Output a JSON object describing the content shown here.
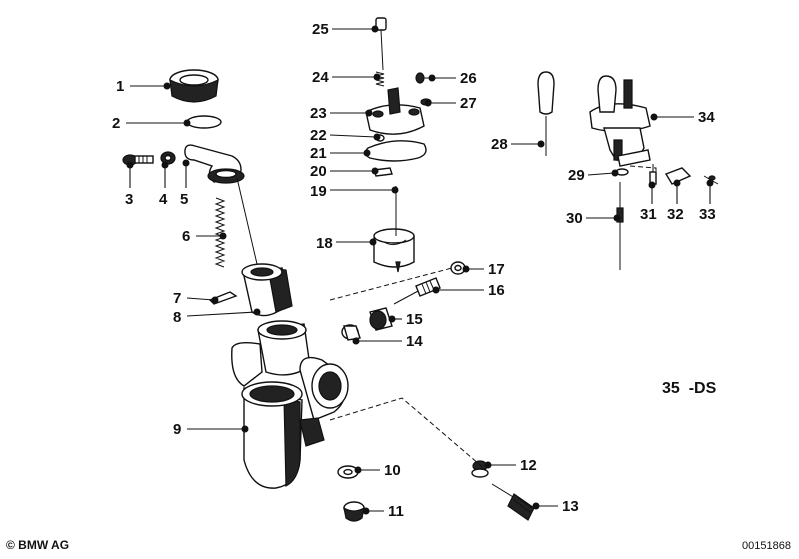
{
  "callouts": [
    {
      "id": "1",
      "label": "1"
    },
    {
      "id": "2",
      "label": "2"
    },
    {
      "id": "3",
      "label": "3"
    },
    {
      "id": "4",
      "label": "4"
    },
    {
      "id": "5",
      "label": "5"
    },
    {
      "id": "6",
      "label": "6"
    },
    {
      "id": "7",
      "label": "7"
    },
    {
      "id": "8",
      "label": "8"
    },
    {
      "id": "9",
      "label": "9"
    },
    {
      "id": "10",
      "label": "10"
    },
    {
      "id": "11",
      "label": "11"
    },
    {
      "id": "12",
      "label": "12"
    },
    {
      "id": "13",
      "label": "13"
    },
    {
      "id": "14",
      "label": "14"
    },
    {
      "id": "15",
      "label": "15"
    },
    {
      "id": "16",
      "label": "16"
    },
    {
      "id": "17",
      "label": "17"
    },
    {
      "id": "18",
      "label": "18"
    },
    {
      "id": "19",
      "label": "19"
    },
    {
      "id": "20",
      "label": "20"
    },
    {
      "id": "21",
      "label": "21"
    },
    {
      "id": "22",
      "label": "22"
    },
    {
      "id": "23",
      "label": "23"
    },
    {
      "id": "24",
      "label": "24"
    },
    {
      "id": "25",
      "label": "25"
    },
    {
      "id": "26",
      "label": "26"
    },
    {
      "id": "27",
      "label": "27"
    },
    {
      "id": "28",
      "label": "28"
    },
    {
      "id": "29",
      "label": "29"
    },
    {
      "id": "30",
      "label": "30"
    },
    {
      "id": "31",
      "label": "31"
    },
    {
      "id": "32",
      "label": "32"
    },
    {
      "id": "33",
      "label": "33"
    },
    {
      "id": "34",
      "label": "34"
    }
  ],
  "variant_label": "35  -DS",
  "footer": {
    "copyright": "© BMW AG",
    "diagram_number": "00151868"
  }
}
